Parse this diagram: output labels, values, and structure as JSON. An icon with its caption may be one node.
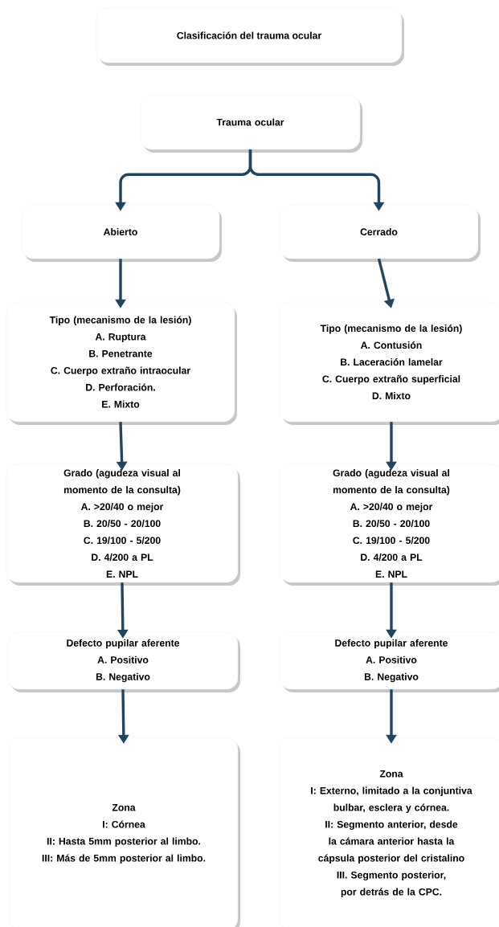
{
  "diagram": {
    "title": "Clasificación del trauma ocular",
    "nodes": [
      {
        "text": [
          "Trauma ocular"
        ]
      },
      {
        "text": [
          "Abierto"
        ]
      },
      {
        "text": [
          "Cerrado"
        ]
      },
      {
        "text": [
          "Tipo (mecanismo de la lesión)",
          "A. Ruptura",
          "B. Penetrante",
          "C. Cuerpo extraño intraocular",
          "D. Perforación.",
          "E. Mixto"
        ]
      },
      {
        "text": [
          "Tipo (mecanismo de la lesión)",
          "A. Contusión",
          "B. Laceración lamelar",
          "C. Cuerpo extraño superficial",
          "D. Mixto"
        ]
      },
      {
        "text": [
          "Grado (agudeza visual al momento de la consulta)",
          "A. >20/40 o mejor",
          "B. 20/50 - 20/100",
          "C. 19/100 - 5/200",
          "D. 4/200 a PL",
          "E. NPL"
        ]
      },
      {
        "text": [
          "Grado (agudeza visual al momento de la consulta)",
          "A. >20/40 o mejor",
          "B. 20/50 - 20/100",
          "C. 19/100 - 5/200",
          "D. 4/200 a PL",
          "E. NPL"
        ]
      },
      {
        "text": [
          "Defecto pupilar aferente",
          "A. Positivo",
          "B. Negativo"
        ]
      },
      {
        "text": [
          "Defecto pupilar aferente",
          "A. Positivo",
          "B. Negativo"
        ]
      },
      {
        "text": [
          "Zona",
          "I: Córnea",
          "II: Hasta 5mm posterior al limbo.",
          "III: Más de 5mm posterior al limbo."
        ]
      },
      {
        "text": [
          "Zona",
          "I: Externo, limitado a la conjuntiva bulbar, esclera y córnea.",
          "II: Segmento anterior, desde la cámara anterior hasta la cápsula posterior del cristalino",
          "III. Segmento posterior, por detrás de la CPC."
        ]
      }
    ],
    "edges": [
      {
        "from": 0,
        "to": 1,
        "arrow": "to"
      },
      {
        "from": 0,
        "to": 2,
        "arrow": "to"
      },
      {
        "from": 1,
        "to": 3,
        "arrow": "to"
      },
      {
        "from": 2,
        "to": 4,
        "arrow": "to"
      },
      {
        "from": 3,
        "to": 5,
        "arrow": "to"
      },
      {
        "from": 4,
        "to": 6,
        "arrow": "to"
      },
      {
        "from": 5,
        "to": 7,
        "arrow": "to"
      },
      {
        "from": 6,
        "to": 8,
        "arrow": "to"
      },
      {
        "from": 7,
        "to": 9,
        "arrow": "to"
      },
      {
        "from": 8,
        "to": 10,
        "arrow": "to"
      }
    ]
  }
}
